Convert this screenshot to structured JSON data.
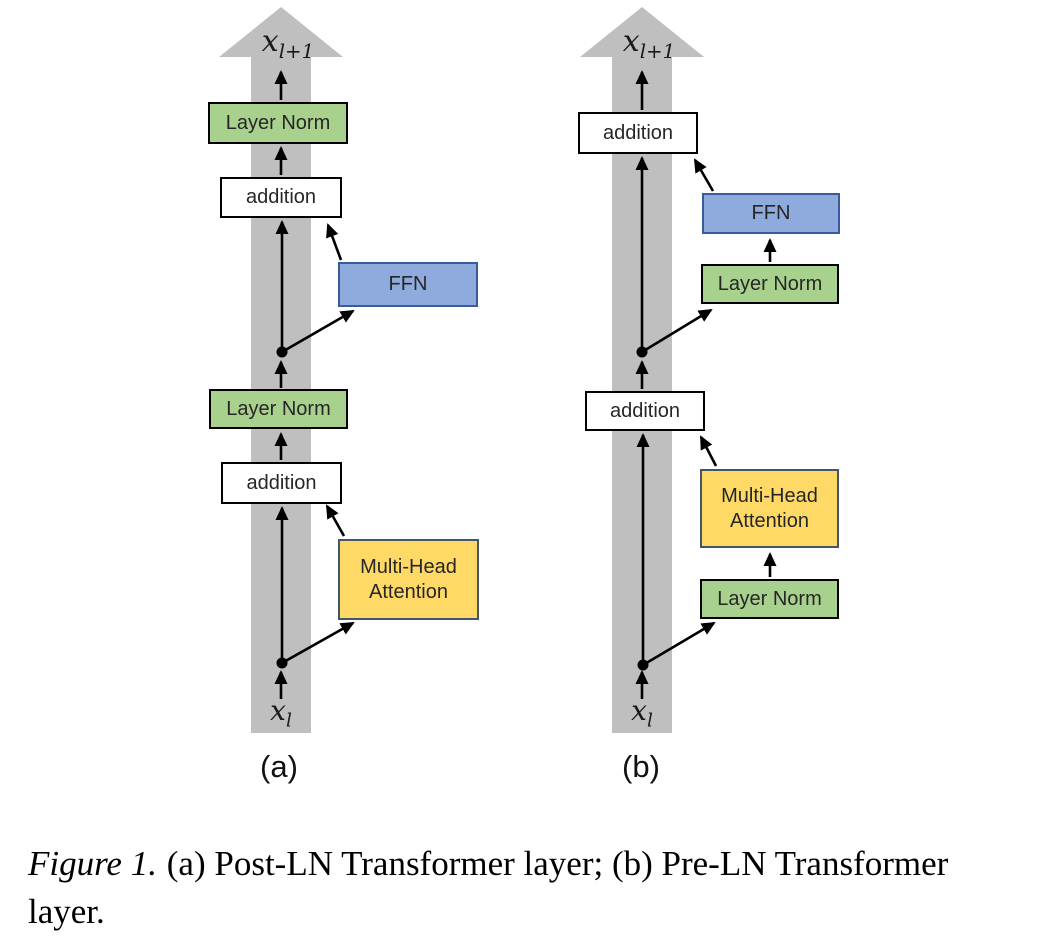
{
  "colors": {
    "band": "#bfbfbf",
    "green_fill": "#a9d18e",
    "blue_fill": "#8faadc",
    "blue_border": "#3a5b9b",
    "yellow_fill": "#ffd966",
    "yellow_border": "#44546a",
    "box_border": "#000000",
    "box_text": "#262626",
    "arrow": "#000000"
  },
  "a": {
    "output_base": "x",
    "output_sub": "l+1",
    "ln_upper": "Layer Norm",
    "add_upper": "addition",
    "ffn": "FFN",
    "ln_lower": "Layer Norm",
    "add_lower": "addition",
    "mha_line1": "Multi-Head",
    "mha_line2": "Attention",
    "input_base": "x",
    "input_sub": "l",
    "sublabel": "(a)"
  },
  "b": {
    "output_base": "x",
    "output_sub": "l+1",
    "add_upper": "addition",
    "ffn": "FFN",
    "ln_upper": "Layer Norm",
    "add_lower": "addition",
    "mha_line1": "Multi-Head",
    "mha_line2": "Attention",
    "ln_lower": "Layer Norm",
    "input_base": "x",
    "input_sub": "l",
    "sublabel": "(b)"
  },
  "caption": {
    "label": "Figure 1.",
    "text": "(a) Post-LN Transformer layer; (b) Pre-LN Transformer layer."
  }
}
